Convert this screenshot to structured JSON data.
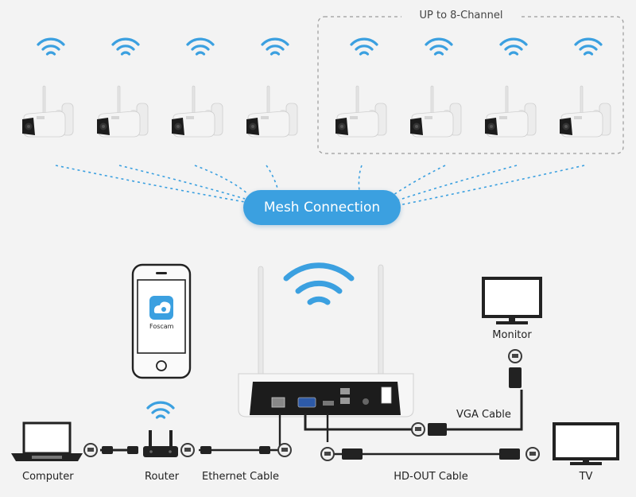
{
  "channel_label": "UP to 8-Channel",
  "mesh_label": "Mesh Connection",
  "app_name": "Foscam",
  "labels": {
    "computer": "Computer",
    "router": "Router",
    "ethernet": "Ethernet Cable",
    "hdout": "HD-OUT Cable",
    "tv": "TV",
    "monitor": "Monitor",
    "vga_cable": "VGA Cable"
  },
  "cameras": [
    {
      "id": 1
    },
    {
      "id": 2
    },
    {
      "id": 3
    },
    {
      "id": 4
    },
    {
      "id": 5
    },
    {
      "id": 6
    },
    {
      "id": 7
    },
    {
      "id": 8
    }
  ],
  "colors": {
    "accent": "#3ba0e0",
    "wifi": "#3ba0e0",
    "cable": "#222222"
  }
}
